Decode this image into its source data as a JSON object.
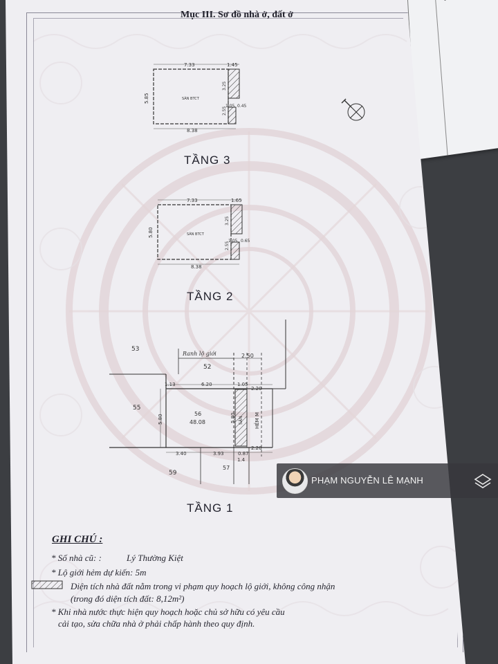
{
  "document": {
    "section_title": "Mục III. Sơ đồ nhà ở, đất ở",
    "corner_glyph": "N"
  },
  "floors": {
    "floor3": {
      "label": "TẦNG 3",
      "area_label": "SÀN BTCT",
      "dim_top_main": "7.33",
      "dim_top_right": "1.45",
      "dim_left": "5.85",
      "dim_bottom": "8.38",
      "dim_inner_upper": "3.25",
      "dim_inner_lower": "2.55",
      "dim_inner_mid": "1.05",
      "dim_right_offset": "0.45"
    },
    "floor2": {
      "label": "TẦNG 2",
      "area_label": "SÀN BTCT",
      "dim_top_main": "7.33",
      "dim_top_right": "1.65",
      "dim_left": "5.80",
      "dim_bottom": "8.38",
      "dim_inner_upper": "3.25",
      "dim_inner_lower": "2.55",
      "dim_inner_mid": "1.05",
      "dim_right_offset": "0.65"
    },
    "floor1": {
      "label": "TẦNG 1",
      "neighbor_53": "53",
      "neighbor_52": "52",
      "neighbor_55": "55",
      "neighbor_59": "59",
      "neighbor_57": "57",
      "lot_number": "56",
      "lot_area": "48.08",
      "boundary_label": "Ranh lộ giới",
      "dim_setback": "2.50",
      "dim_top_left": "1.13",
      "dim_top_main": "6.20",
      "dim_top_right": "1.05",
      "dim_right_top": "2.20",
      "dim_left": "5.80",
      "dim_inner": "5.80",
      "yard_label": "SÂN",
      "alley_label": "HẺM M",
      "dim_bottom_left": "3.40",
      "dim_bottom_mid": "3.93",
      "dim_bottom_right": "0.87",
      "dim_bottom_far": "2.20",
      "dim_bottom_small": "1.4"
    }
  },
  "notes": {
    "heading": "GHI CHÚ :",
    "old_house_label": "* Số nhà cũ: :",
    "old_house_value": "Lý Thường Kiệt",
    "road_width": "* Lộ giới hẻm dự kiến: 5m",
    "hatched_area": "Diện tích nhà đất nằm trong vi phạm quy hoạch lộ giới, không công nhận",
    "hatched_area_sub": "(trong đó diện tích đất: 8,12m²)",
    "compliance_1": "* Khi nhà nước thực hiện quy hoạch hoặc chủ sở hữu có yêu cầu",
    "compliance_2": "cải tạo, sửa chữa nhà ở phải chấp hành theo quy định."
  },
  "overlay": {
    "name": "PHẠM NGUYỄN LÊ MẠNH"
  }
}
